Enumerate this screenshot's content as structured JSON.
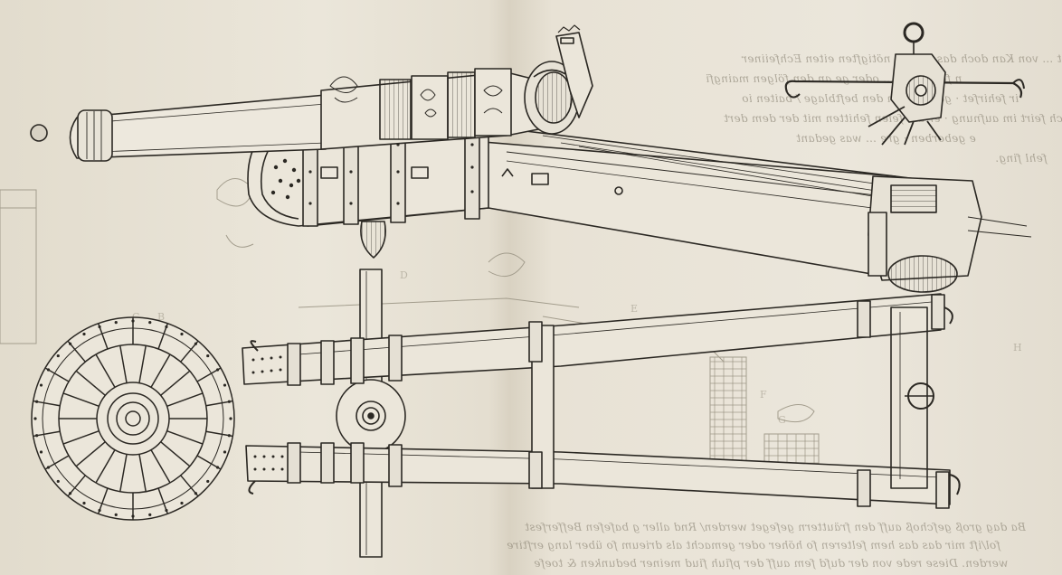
{
  "page": {
    "background_color": "#e6e0d3",
    "ink_color": "#2b2823",
    "faint_ink_color": "#9a9383"
  },
  "show_through": {
    "top_lines": [
      "e feruniff gefast … von Kan doch das an den nötigften eiten Echfeiiner",
      "n fölch geg … oder ge an den fölgen maingfi",
      "ir fehirfet · gecr … von den beftblage / baiten io",
      "ch feirt im aufnung · er die feien fehitten mit der dem dert",
      "e geborben · gre … was gedant",
      "fehl fing."
    ],
    "bottom_lines": [
      "Ba dag groß gefchoß auff den fräuttern gefeget werden/ Rnd aller g bafefen Befferfest",
      "fol/ift mir das das hem felteren fo höher oder gemacht als drieum fo über lang erftire",
      "werden. Diese rede von der dufd fem auff der pfiuh fiud meiner bedunken & toefe"
    ],
    "letters": [
      "D",
      "C",
      "B",
      "E",
      "F",
      "G",
      "H"
    ]
  }
}
